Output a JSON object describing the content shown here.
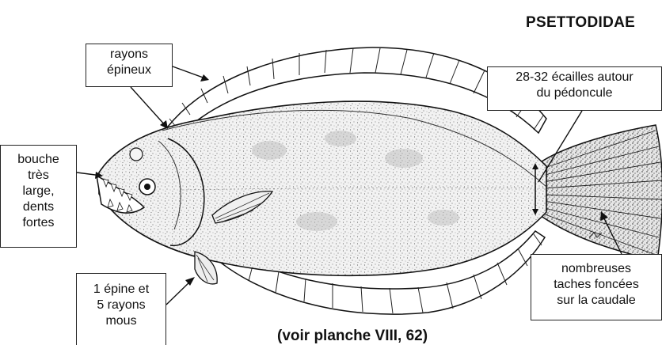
{
  "family_name": "PSETTODIDAE",
  "labels": {
    "spines": "rayons\népineux",
    "scales": "28-32 écailles autour\ndu pédoncule",
    "mouth": "bouche\ntrès\nlarge,\ndents\nfortes",
    "pelvic": "1 épine et\n5 rayons\nmous",
    "tail": "nombreuses\ntaches foncées\nsur la caudale"
  },
  "footer": "(voir planche VIII, 62)",
  "colors": {
    "ink": "#111111",
    "body_fill": "#eeeeee",
    "background": "#ffffff"
  }
}
